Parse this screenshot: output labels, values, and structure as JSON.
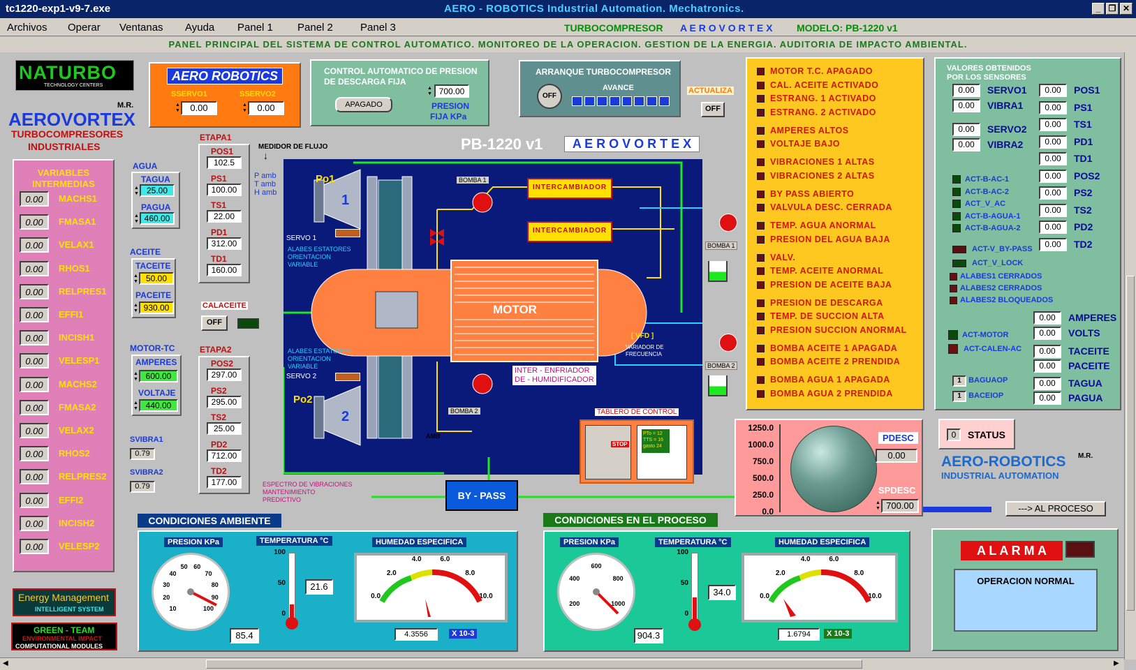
{
  "window": {
    "title": "tc1220-exp1-v9-7.exe",
    "center_title": "AERO - ROBOTICS  Industrial  Automation.  Mechatronics.",
    "buttons": [
      "_",
      "❐",
      "✕"
    ]
  },
  "menu": {
    "items": [
      "Archivos",
      "Operar",
      "Ventanas",
      "Ayuda",
      "Panel  1",
      "Panel  2",
      "Panel  3"
    ],
    "turbo_label": "TURBOCOMPRESOR",
    "turbo_brand": "A E R O V O R T E X",
    "modelo": "MODELO:  PB-1220 v1"
  },
  "subheader": "PANEL  PRINCIPAL  DEL  SISTEMA  DE  CONTROL  AUTOMATICO.   MONITOREO DE LA OPERACION.   GESTION  DE  LA  ENERGIA.   AUDITORIA  DE  IMPACTO  AMBIENTAL.",
  "brand": {
    "naturbo": "NATURBO",
    "naturbo_sub": "TECHNOLOGY CENTERS",
    "mr": "M.R.",
    "aerovortex": "AEROVORTEX",
    "turbo1": "TURBOCOMPRESORES",
    "turbo2": "INDUSTRIALES"
  },
  "aero_panel": {
    "title": "AERO ROBOTICS",
    "sservo1_label": "SSERVO1",
    "sservo2_label": "SSERVO2",
    "sservo1": "0.00",
    "sservo2": "0.00"
  },
  "control_presion": {
    "title1": "CONTROL AUTOMATICO DE PRESION",
    "title2": "DE DESCARGA FIJA",
    "button": "APAGADO",
    "value": "700.00",
    "label1": "PRESION",
    "label2": "FIJA  KPa"
  },
  "arranque": {
    "title": "ARRANQUE TURBOCOMPRESOR",
    "off": "OFF",
    "avance": "AVANCE"
  },
  "actualiza": {
    "label": "ACTUALIZA",
    "button": "OFF"
  },
  "variables": {
    "title1": "VARIABLES",
    "title2": "INTERMEDIAS",
    "rows": [
      {
        "value": "0.00",
        "label": "MACHS1"
      },
      {
        "value": "0.00",
        "label": "FMASA1"
      },
      {
        "value": "0.00",
        "label": "VELAX1"
      },
      {
        "value": "0.00",
        "label": "RHOS1"
      },
      {
        "value": "0.00",
        "label": "RELPRES1"
      },
      {
        "value": "0.00",
        "label": "EFFI1"
      },
      {
        "value": "0.00",
        "label": "INCISH1"
      },
      {
        "value": "0.00",
        "label": "VELESP1"
      },
      {
        "value": "0.00",
        "label": "MACHS2"
      },
      {
        "value": "0.00",
        "label": "FMASA2"
      },
      {
        "value": "0.00",
        "label": "VELAX2"
      },
      {
        "value": "0.00",
        "label": "RHOS2"
      },
      {
        "value": "0.00",
        "label": "RELPRES2"
      },
      {
        "value": "0.00",
        "label": "EFFI2"
      },
      {
        "value": "0.00",
        "label": "INCISH2"
      },
      {
        "value": "0.00",
        "label": "VELESP2"
      }
    ]
  },
  "agua": {
    "title": "AGUA",
    "tagua_label": "TAGUA",
    "tagua": "25.00",
    "pagua_label": "PAGUA",
    "pagua": "460.00"
  },
  "aceite": {
    "title": "ACEITE",
    "taceite_label": "TACEITE",
    "taceite": "50.00",
    "paceite_label": "PACEITE",
    "paceite": "930.00",
    "calaceite": "CALACEITE",
    "off": "OFF"
  },
  "motor_tc": {
    "title": "MOTOR-TC",
    "amperes_label": "AMPERES",
    "amperes": "600.00",
    "voltaje_label": "VOLTAJE",
    "voltaje": "440.00"
  },
  "svibra": {
    "s1_label": "SVIBRA1",
    "s1": "0.79",
    "s2_label": "SVIBRA2",
    "s2": "0.79"
  },
  "etapa1": {
    "title": "ETAPA1",
    "fields": [
      {
        "label": "POS1",
        "value": "102.5"
      },
      {
        "label": "PS1",
        "value": "100.00"
      },
      {
        "label": "TS1",
        "value": "22.00"
      },
      {
        "label": "PD1",
        "value": "312.00"
      },
      {
        "label": "TD1",
        "value": "160.00"
      }
    ]
  },
  "etapa2": {
    "title": "ETAPA2",
    "fields": [
      {
        "label": "POS2",
        "value": "297.00"
      },
      {
        "label": "PS2",
        "value": "295.00"
      },
      {
        "label": "TS2",
        "value": "25.00"
      },
      {
        "label": "PD2",
        "value": "712.00"
      },
      {
        "label": "TD2",
        "value": "177.00"
      }
    ]
  },
  "diagram": {
    "title": "PB-1220 v1",
    "brand": "A E R O V O R T E X",
    "medidor": "MEDIDOR DE FLUJO",
    "pamb": "P amb",
    "tamb": "T amb",
    "hamb": "H amb",
    "po1": "Po1",
    "po2": "Po2",
    "stage1": "1",
    "stage2": "2",
    "servo1": "SERVO 1",
    "servo2": "SERVO 2",
    "alabes1": "ALABES ESTATORES",
    "alabes2": "ORIENTACION",
    "alabes3": "VARIABLE",
    "bomba1": "BOMBA 1",
    "bomba2": "BOMBA 2",
    "intercambiador": "INTERCAMBIADOR",
    "motor": "MOTOR",
    "vfd": "[ VFD ]",
    "vfd_sub1": "VARIADOR DE",
    "vfd_sub2": "FRECUENCIA",
    "inter1": "INTER - ENFRIADOR",
    "inter2": "DE - HUMIDIFICADOR",
    "tablero": "TABLERO DE CONTROL",
    "stop": "STOP",
    "espectro1": "ESPECTRO DE VIBRACIONES",
    "espectro2": "MANTENIMIENTO",
    "espectro3": "PREDICTIVO",
    "amb": "AMB",
    "bypass": "BY - PASS",
    "tab_screen1": "PTo = 12",
    "tab_screen2": "TTS = 16",
    "tab_screen3": "gasto 24"
  },
  "alarms": {
    "groups": [
      [
        "MOTOR T.C.  APAGADO",
        "CAL. ACEITE ACTIVADO",
        "ESTRANG.  1 ACTIVADO",
        "ESTRANG.  2 ACTIVADO"
      ],
      [
        "AMPERES ALTOS",
        "VOLTAJE BAJO"
      ],
      [
        "VIBRACIONES   1     ALTAS",
        "VIBRACIONES   2     ALTAS"
      ],
      [
        "BY PASS ABIERTO",
        "VALVULA DESC. CERRADA"
      ],
      [
        "TEMP. AGUA  ANORMAL",
        "PRESION DEL AGUA BAJA"
      ],
      [
        "VALV.",
        "TEMP.  ACEITE  ANORMAL",
        "PRESION DE ACEITE BAJA"
      ],
      [
        "PRESION  DE  DESCARGA",
        "TEMP. DE SUCCION ALTA",
        "PRESION  SUCCION ANORMAL"
      ],
      [
        "BOMBA ACEITE 1  APAGADA",
        "BOMBA ACEITE 2 PRENDIDA"
      ],
      [
        "BOMBA AGUA 1  APAGADA",
        "BOMBA AGUA 2  PRENDIDA"
      ]
    ]
  },
  "sensores": {
    "title1": "VALORES OBTENIDOS",
    "title2": "POR LOS SENSORES",
    "left": [
      {
        "value": "0.00",
        "label": "SERVO1"
      },
      {
        "value": "0.00",
        "label": "VIBRA1"
      },
      {
        "value": "0.00",
        "label": "SERVO2"
      },
      {
        "value": "0.00",
        "label": "VIBRA2"
      }
    ],
    "right": [
      {
        "value": "0.00",
        "label": "POS1"
      },
      {
        "value": "0.00",
        "label": "PS1"
      },
      {
        "value": "0.00",
        "label": "TS1"
      },
      {
        "value": "0.00",
        "label": "PD1"
      },
      {
        "value": "0.00",
        "label": "TD1"
      },
      {
        "value": "0.00",
        "label": "POS2"
      },
      {
        "value": "0.00",
        "label": "PS2"
      },
      {
        "value": "0.00",
        "label": "TS2"
      },
      {
        "value": "0.00",
        "label": "PD2"
      },
      {
        "value": "0.00",
        "label": "TD2"
      }
    ],
    "act_green": [
      "ACT-B-AC-1",
      "ACT-B-AC-2",
      "ACT_V_AC",
      "ACT-B-AGUA-1",
      "ACT-B-AGUA-2"
    ],
    "act_bypass": "ACT-V_BY-PASS",
    "act_vlock": "ACT_V_LOCK",
    "alabes": [
      "ALABES1  CERRADOS",
      "ALABES2  CERRADOS",
      "ALABES2  BLOQUEADOS"
    ],
    "act_motor": "ACT-MOTOR",
    "act_calen": "ACT-CALEN-AC",
    "amperes": {
      "value": "0.00",
      "label": "AMPERES"
    },
    "volts": {
      "value": "0.00",
      "label": "VOLTS"
    },
    "taceite": {
      "value": "0.00",
      "label": "TACEITE"
    },
    "paceite": {
      "value": "0.00",
      "label": "PACEITE"
    },
    "tagua": {
      "value": "0.00",
      "label": "TAGUA"
    },
    "pagua": {
      "value": "0.00",
      "label": "PAGUA"
    },
    "baguaop": {
      "value": "1",
      "label": "BAGUAOP"
    },
    "baceiop": {
      "value": "1",
      "label": "BACEIOP"
    }
  },
  "tank": {
    "ticks": [
      "1250.0",
      "1000.0",
      "750.0",
      "500.0",
      "250.0",
      "0.0"
    ],
    "pdesc_label": "PDESC",
    "pdesc": "0.00",
    "spdesc_label": "SPDESC",
    "spdesc": "700.00",
    "fill_fraction": 0.0
  },
  "status": {
    "value": "0",
    "label": "STATUS"
  },
  "aero_robotics": {
    "title": "AERO-ROBOTICS",
    "mr": "M.R.",
    "sub": "INDUSTRIAL  AUTOMATION"
  },
  "al_proceso": "---> AL  PROCESO",
  "energy": {
    "title": "Energy Management",
    "sub": "INTELLIGENT SYSTEM"
  },
  "green": {
    "title": "GREEN - TEAM",
    "sub1": "ENVIRONMENTAL IMPACT",
    "sub2": "COMPUTATIONAL MODULES"
  },
  "ambiente": {
    "title": "CONDICIONES  AMBIENTE",
    "presion_label": "PRESION  KPa",
    "presion": "85.4",
    "presion_ticks": [
      "10",
      "20",
      "30",
      "40",
      "50",
      "60",
      "70",
      "80",
      "90",
      "100"
    ],
    "temp_label": "TEMPERATURA  °C",
    "temp": "21.6",
    "temp_ticks": [
      "100",
      "50",
      "0"
    ],
    "hum_label": "HUMEDAD ESPECIFICA",
    "hum": "4.3556",
    "hum_unit": "X 10-3",
    "hum_ticks": [
      "0.0",
      "2.0",
      "4.0",
      "6.0",
      "8.0",
      "10.0"
    ]
  },
  "proceso": {
    "title": "CONDICIONES  EN  EL  PROCESO",
    "presion_label": "PRESION  KPa",
    "presion": "904.3",
    "presion_ticks": [
      "200",
      "400",
      "600",
      "800",
      "1000"
    ],
    "temp_label": "TEMPERATURA  °C",
    "temp": "34.0",
    "temp_ticks": [
      "100",
      "50",
      "0"
    ],
    "hum_label": "HUMEDAD  ESPECIFICA",
    "hum": "1.6794",
    "hum_unit": "X 10-3",
    "hum_ticks": [
      "0.0",
      "2.0",
      "4.0",
      "6.0",
      "8.0",
      "10.0"
    ]
  },
  "alarma": {
    "title": "A L A R M A",
    "message": "OPERACION NORMAL"
  }
}
